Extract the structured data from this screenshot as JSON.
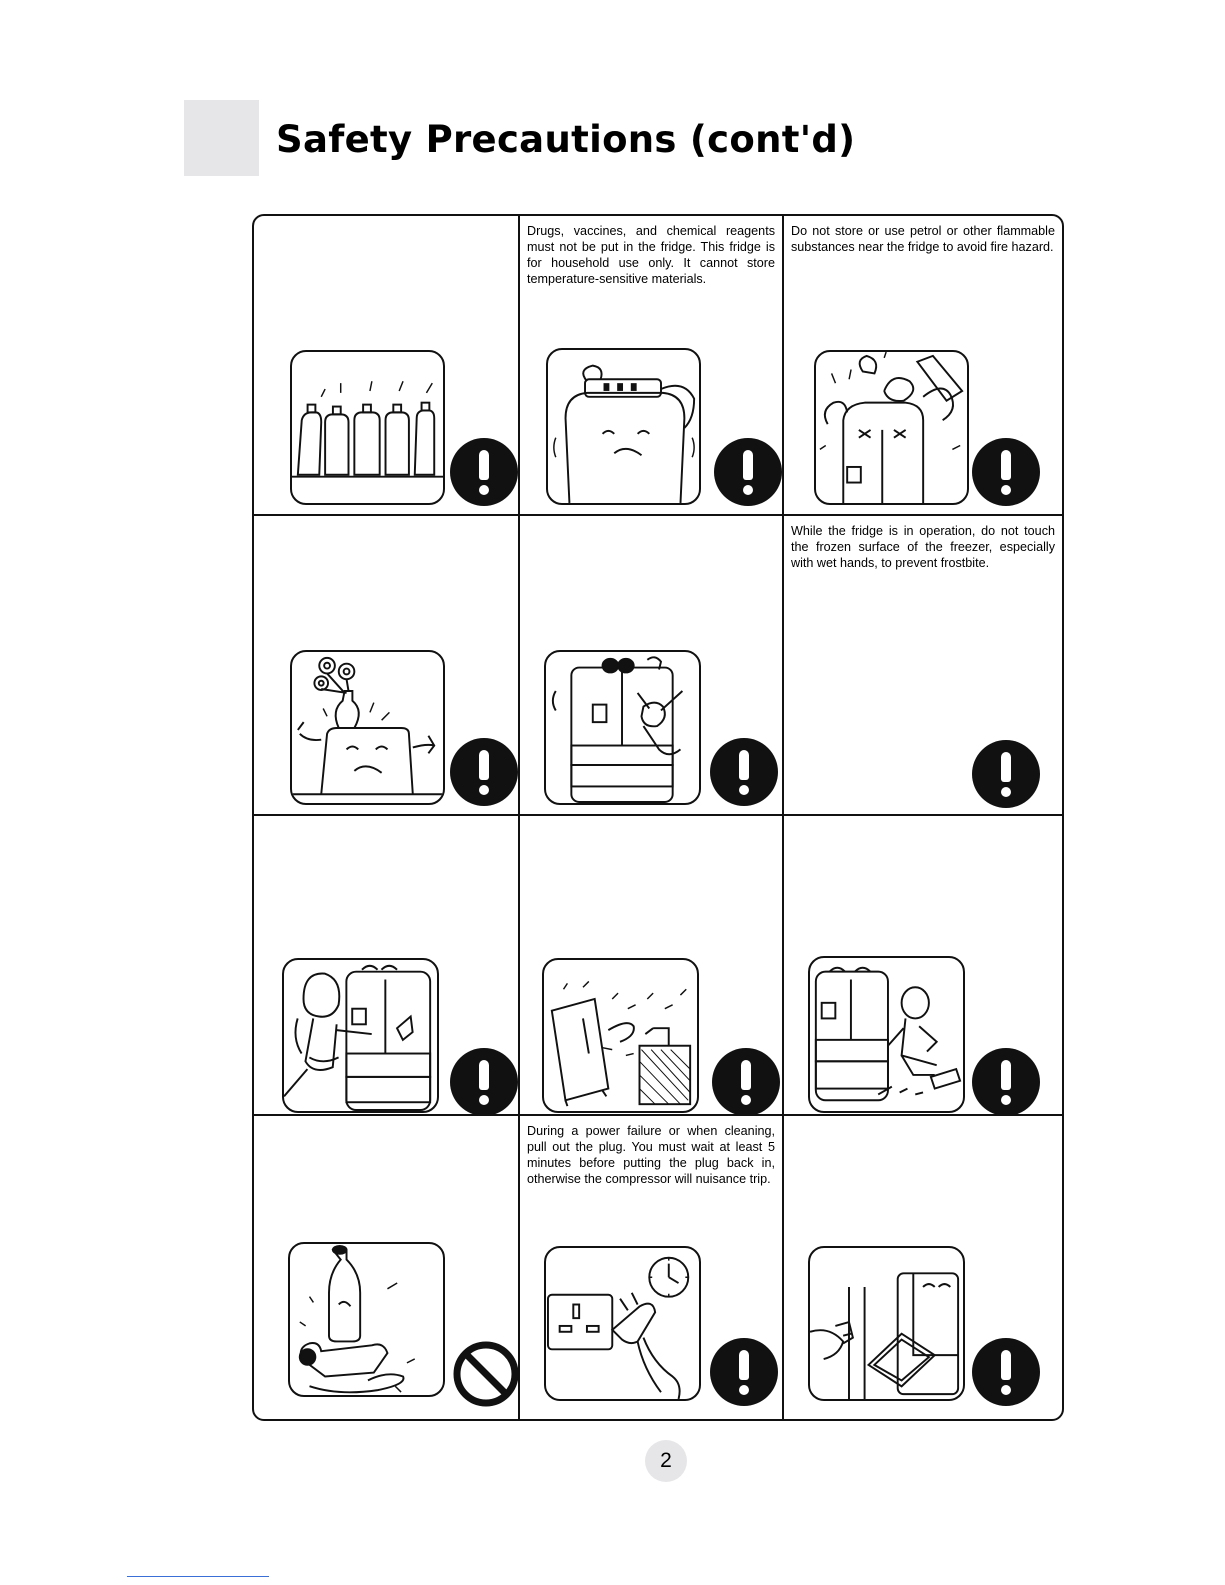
{
  "header": {
    "title": "Safety Precautions (cont'd)"
  },
  "cells": [
    {
      "text": "",
      "icon": "caution-exclamation-icon",
      "illustration": "bottles-on-fridge-illustration"
    },
    {
      "text": "Drugs, vaccines, and chemical reagents must not be put in the fridge.  This fridge is for household use only.  It cannot store temperature-sensitive materials.",
      "icon": "caution-exclamation-icon",
      "illustration": "power-strip-on-fridge-illustration"
    },
    {
      "text": "Do not store or use petrol or other flammable substances near the fridge to avoid fire hazard.",
      "icon": "caution-exclamation-icon",
      "illustration": "fridge-explosion-illustration"
    },
    {
      "text": "",
      "icon": "caution-exclamation-icon",
      "illustration": "vase-on-fridge-illustration"
    },
    {
      "text": "",
      "icon": "caution-exclamation-icon",
      "illustration": "child-climbing-fridge-illustration"
    },
    {
      "text": "While the fridge is in operation, do not touch the frozen surface of the freezer, especially with wet hands, to prevent frostbite.",
      "icon": "caution-exclamation-icon",
      "illustration": ""
    },
    {
      "text": "",
      "icon": "caution-exclamation-icon",
      "illustration": "woman-hand-in-door-illustration"
    },
    {
      "text": "",
      "icon": "caution-exclamation-icon",
      "illustration": "water-spray-fridge-illustration"
    },
    {
      "text": "",
      "icon": "caution-exclamation-icon",
      "illustration": "boy-disassembling-fridge-illustration"
    },
    {
      "text": "",
      "icon": "prohibited-icon",
      "illustration": "broken-bottle-illustration"
    },
    {
      "text": "During a power failure or when cleaning, pull out the plug.  You must wait at least 5 minutes before putting the plug back in, otherwise the compressor will nuisance trip.",
      "icon": "caution-exclamation-icon",
      "illustration": "plug-and-clock-illustration"
    },
    {
      "text": "",
      "icon": "caution-exclamation-icon",
      "illustration": "fridge-door-adjust-illustration"
    }
  ],
  "footer": {
    "page_number": "2"
  }
}
